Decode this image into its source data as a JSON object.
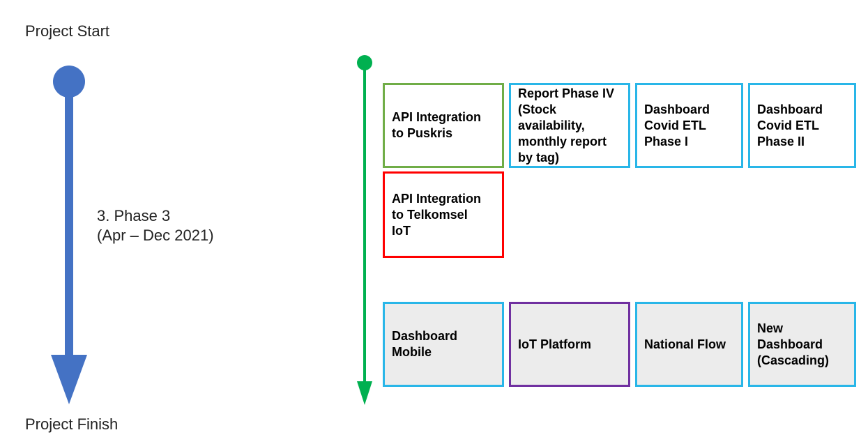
{
  "labels": {
    "start": "Project Start",
    "finish": "Project Finish",
    "phase_line1": "3. Phase 3",
    "phase_line2": "(Apr – Dec 2021)"
  },
  "colors": {
    "phase_arrow": "#4472c4",
    "timeline_arrow": "#00b050",
    "box_blue": "#29b6e8",
    "box_green": "#70ad47",
    "box_red": "#ff0000",
    "box_purple": "#7030a0",
    "box_gray_fill": "#ececec"
  },
  "boxes": {
    "row1": [
      {
        "text": "API Integration\nto Puskris",
        "border": "green"
      },
      {
        "text": "Report Phase IV\n(Stock\navailability,\nmonthly report\nby tag)",
        "border": "blue"
      },
      {
        "text": "Dashboard\nCovid ETL\nPhase I",
        "border": "blue"
      },
      {
        "text": "Dashboard\nCovid ETL\nPhase II",
        "border": "blue"
      }
    ],
    "row2": [
      {
        "text": "API Integration\nto Telkomsel\nIoT",
        "border": "red"
      }
    ],
    "row3": [
      {
        "text": "Dashboard\nMobile",
        "border": "blue"
      },
      {
        "text": "IoT Platform",
        "border": "purple"
      },
      {
        "text": "National Flow",
        "border": "blue"
      },
      {
        "text": "New\nDashboard\n(Cascading)",
        "border": "blue"
      }
    ]
  }
}
